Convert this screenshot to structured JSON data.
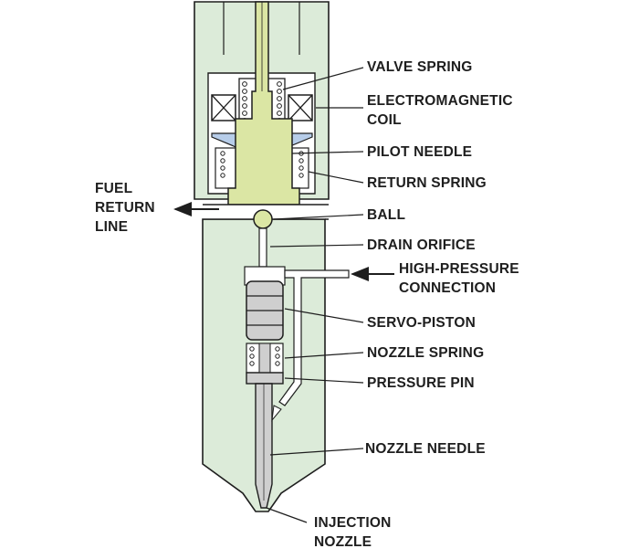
{
  "colors": {
    "body": "#dcebd9",
    "needle": "#dbe6a4",
    "seat": "#b7cde9",
    "outline": "#1e1e1e"
  },
  "labels": {
    "valve_spring": "VALVE SPRING",
    "electromagnetic_coil": "ELECTROMAGNETIC\nCOIL",
    "pilot_needle": "PILOT NEEDLE",
    "return_spring": "RETURN SPRING",
    "fuel_return_line": "FUEL\nRETURN\nLINE",
    "ball": "BALL",
    "drain_orifice": "DRAIN ORIFICE",
    "high_pressure_connection": "HIGH-PRESSURE\nCONNECTION",
    "servo_piston": "SERVO-PISTON",
    "nozzle_spring": "NOZZLE SPRING",
    "pressure_pin": "PRESSURE PIN",
    "nozzle_needle": "NOZZLE NEEDLE",
    "injection_nozzle": "INJECTION\nNOZZLE"
  }
}
